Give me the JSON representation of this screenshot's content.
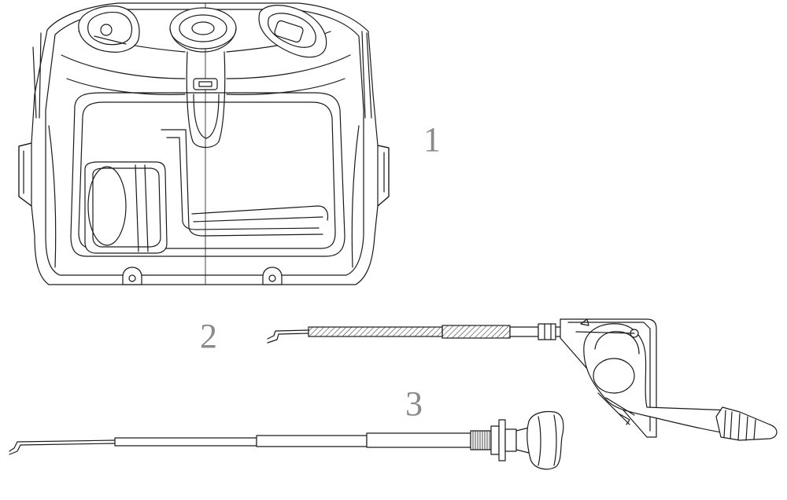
{
  "callouts": [
    {
      "label": "1"
    },
    {
      "label": "2"
    },
    {
      "label": "3"
    }
  ],
  "colors": {
    "line": "#1a1a1a",
    "callout": "#8a8a8a",
    "background": "#ffffff"
  }
}
